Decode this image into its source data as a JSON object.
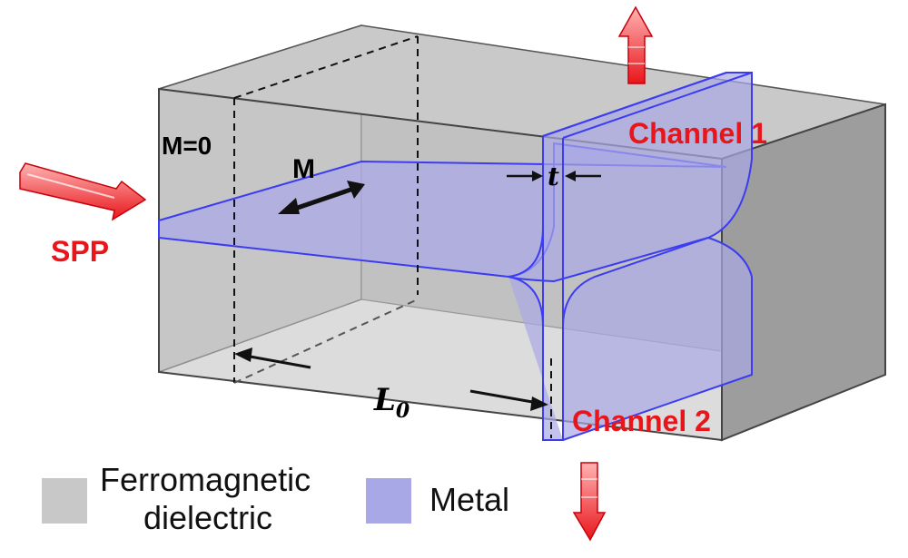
{
  "labels": {
    "spp": "SPP",
    "m_zero": "M=0",
    "m": "M",
    "t": "t",
    "l0_main": "L",
    "l0_sub": "0",
    "channel1": "Channel 1",
    "channel2": "Channel 2"
  },
  "legend": {
    "ferro_line1": "Ferromagnetic",
    "ferro_line2": "dielectric",
    "metal": "Metal"
  },
  "colors": {
    "ferro": "#c8c8c8",
    "metal": "#a9a8e6",
    "metal_edge": "#3c3cf0",
    "arrow_red": "#e8161b"
  }
}
